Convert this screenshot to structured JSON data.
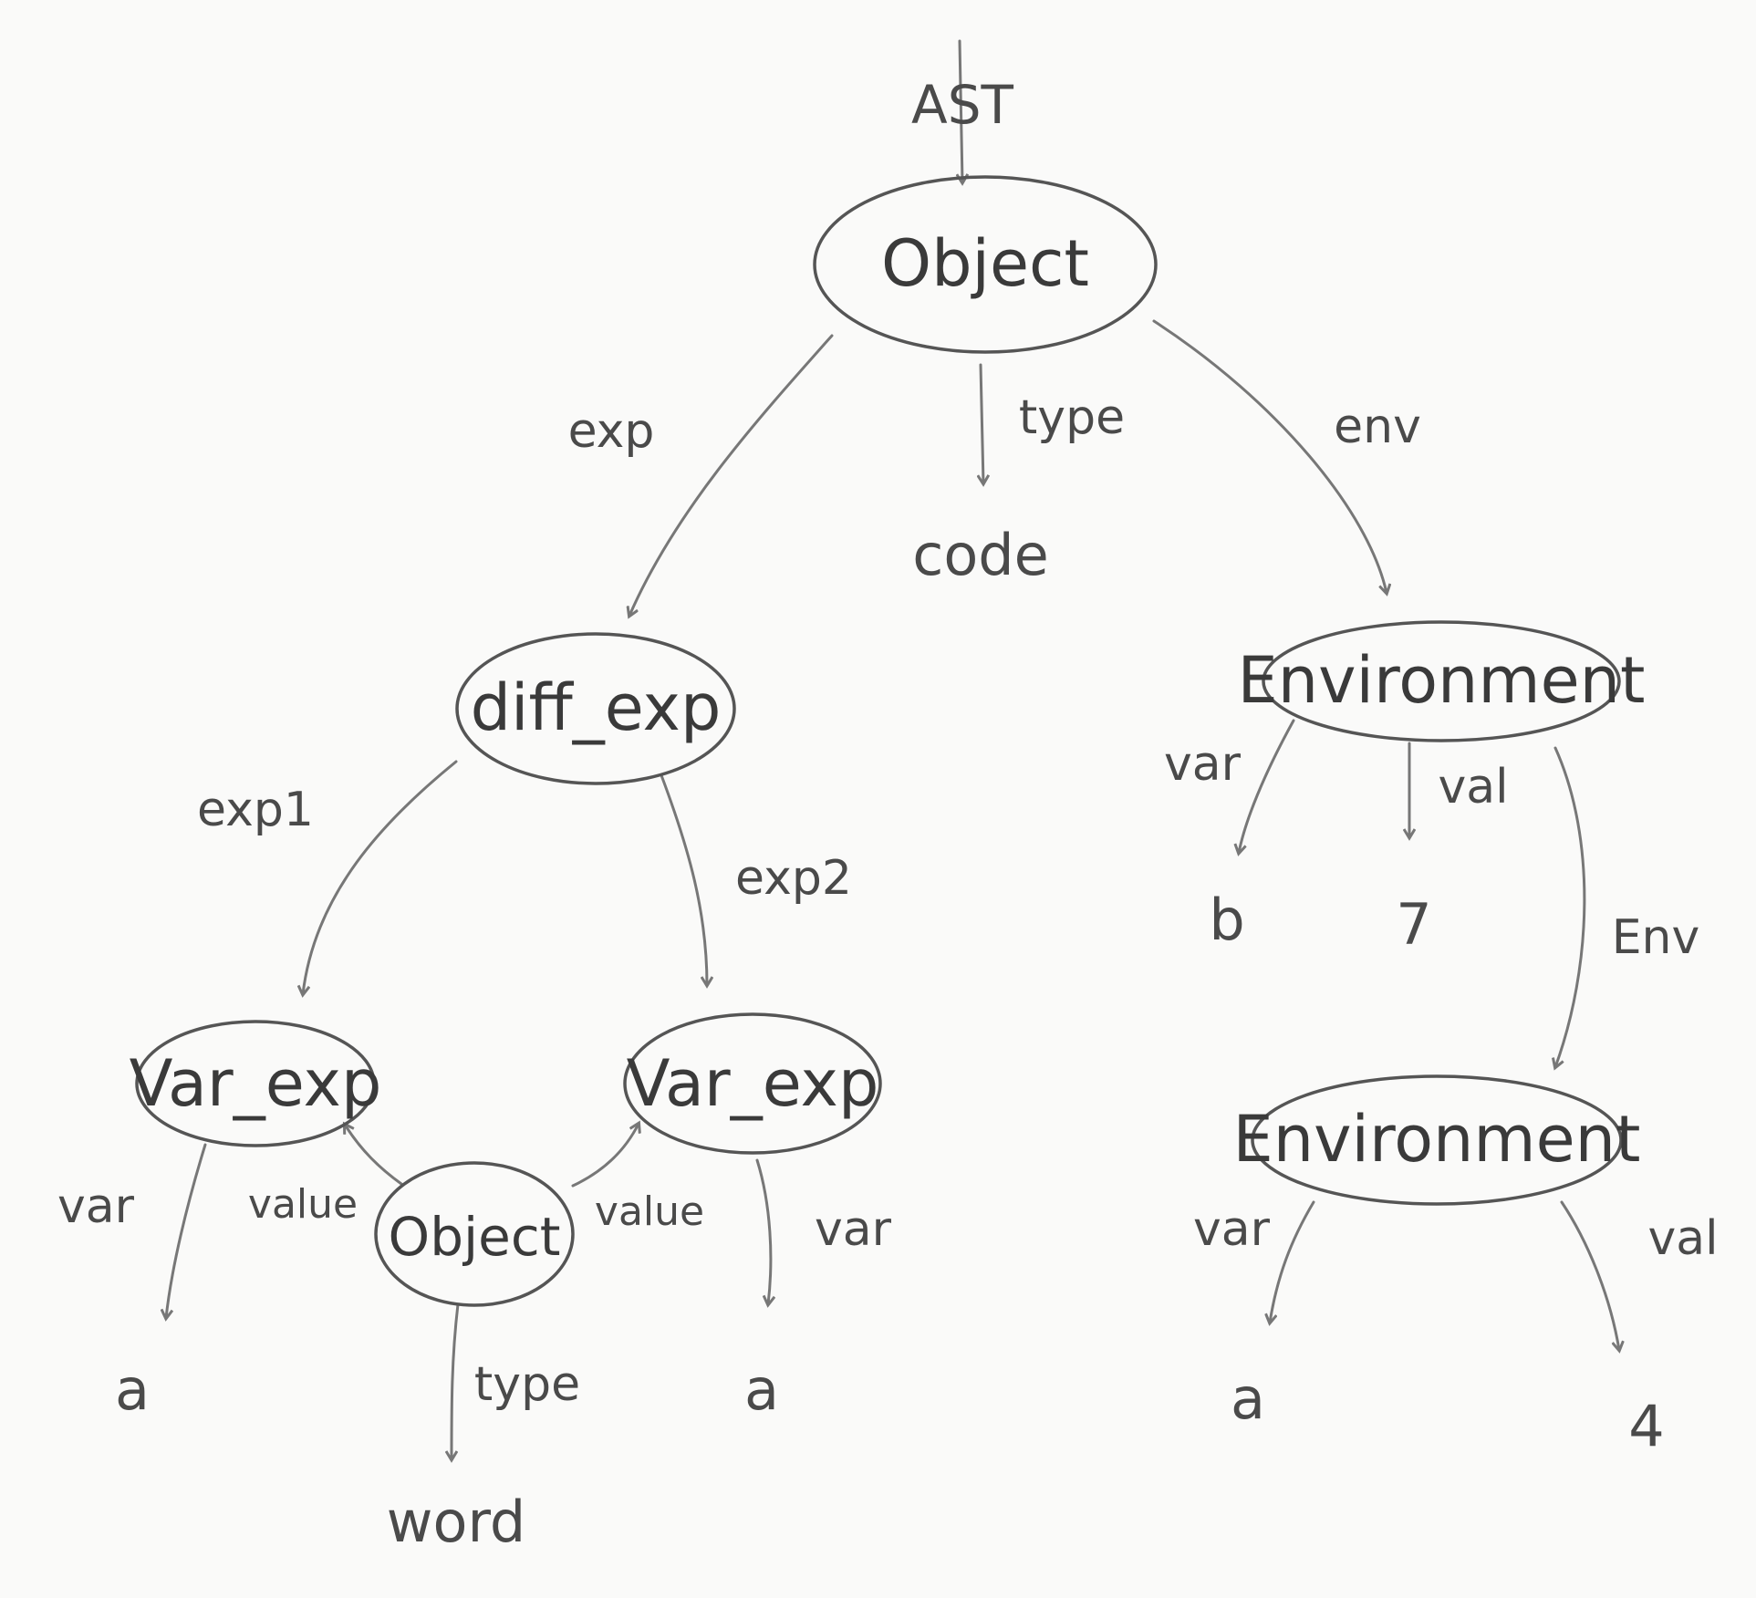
{
  "colors": {
    "background": "#fafaf9",
    "ink": "#555555",
    "edge": "#777777",
    "text": "#3a3a3a"
  },
  "nodes": {
    "object_root": "Object",
    "diff_exp": "diff_exp",
    "env1": "Environment",
    "var_exp_left": "Var_exp",
    "var_exp_right": "Var_exp",
    "object_inner": "Object",
    "env2": "Environment"
  },
  "leaves": {
    "code": "code",
    "b": "b",
    "seven": "7",
    "a_left": "a",
    "word": "word",
    "a_mid": "a",
    "a_right": "a",
    "four": "4"
  },
  "edge_labels": {
    "ast": "AST",
    "exp": "exp",
    "type_root": "type",
    "env": "env",
    "exp1": "exp1",
    "exp2": "exp2",
    "var_env1": "var",
    "val_env1": "val",
    "env_link": "Env",
    "var_left": "var",
    "value_left": "value",
    "value_right": "value",
    "var_right": "var",
    "type_inner": "type",
    "var_env2": "var",
    "val_env2": "val"
  }
}
